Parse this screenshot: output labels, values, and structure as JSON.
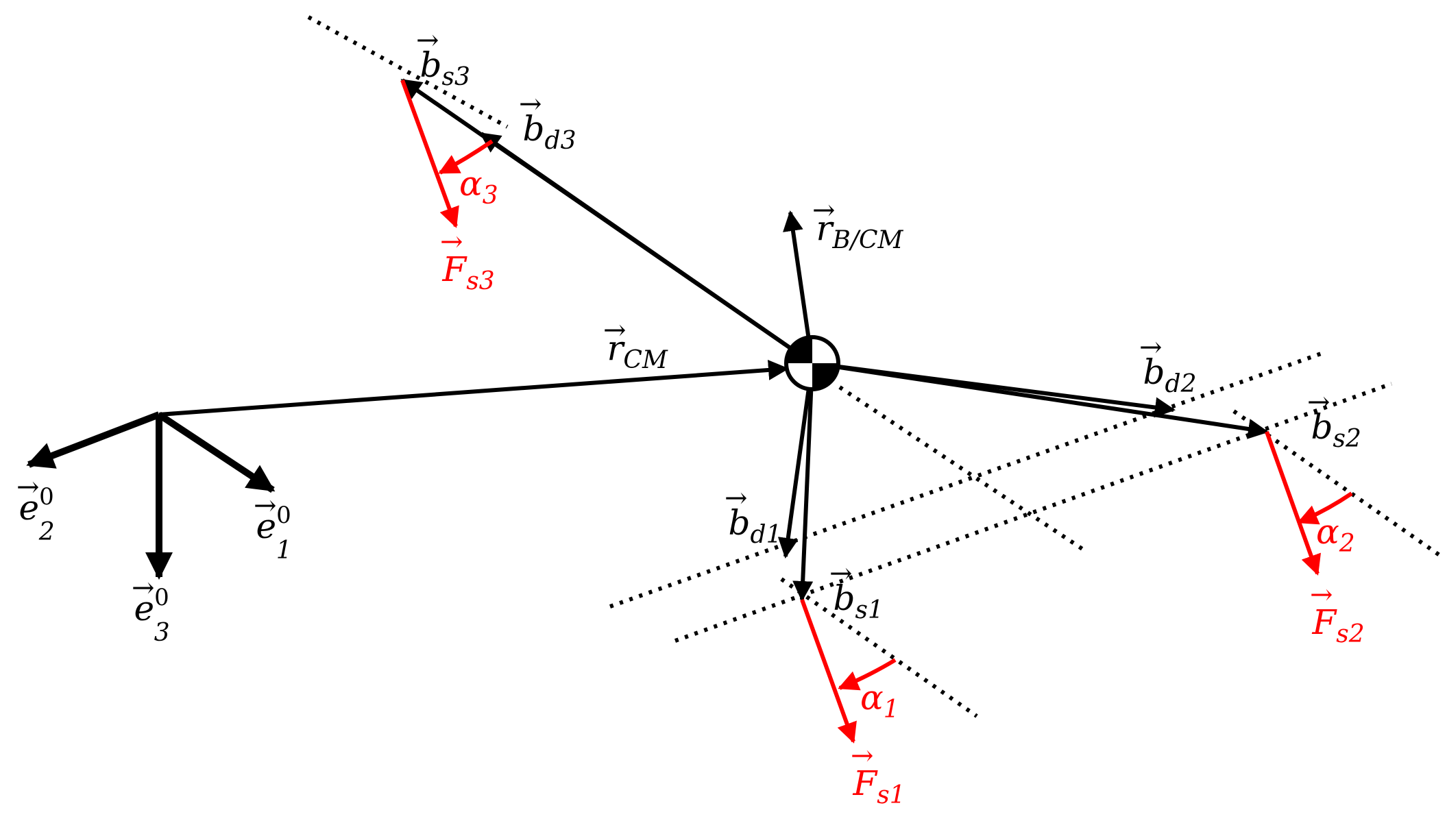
{
  "colors": {
    "ink": "#000000",
    "force": "#ff0000",
    "background": "#ffffff"
  },
  "symbols": {
    "vector_arrow": "→"
  },
  "labels": {
    "e1": {
      "base": "e",
      "sup": "0",
      "sub": "1"
    },
    "e2": {
      "base": "e",
      "sup": "0",
      "sub": "2"
    },
    "e3": {
      "base": "e",
      "sup": "0",
      "sub": "3"
    },
    "rcm": {
      "base": "r",
      "sub": "CM"
    },
    "rb": {
      "base": "r",
      "sub": "B/CM"
    },
    "bs1": {
      "base": "b",
      "sub": "s1"
    },
    "bs2": {
      "base": "b",
      "sub": "s2"
    },
    "bs3": {
      "base": "b",
      "sub": "s3"
    },
    "bd1": {
      "base": "b",
      "sub": "d1"
    },
    "bd2": {
      "base": "b",
      "sub": "d2"
    },
    "bd3": {
      "base": "b",
      "sub": "d3"
    },
    "fs1": {
      "base": "F",
      "sub": "s1"
    },
    "fs2": {
      "base": "F",
      "sub": "s2"
    },
    "fs3": {
      "base": "F",
      "sub": "s3"
    },
    "a1": {
      "base": "α",
      "sub": "1"
    },
    "a2": {
      "base": "α",
      "sub": "2"
    },
    "a3": {
      "base": "α",
      "sub": "3"
    }
  }
}
